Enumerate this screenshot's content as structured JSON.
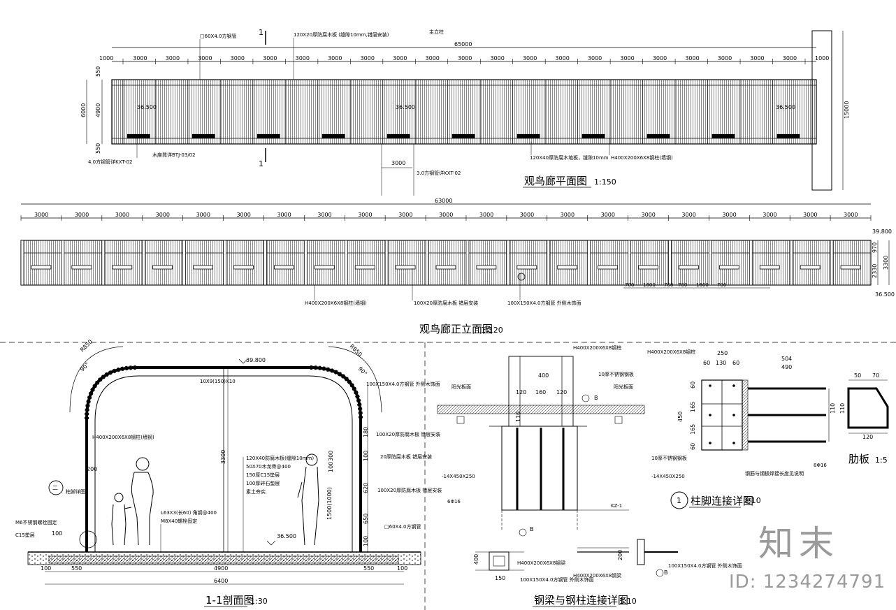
{
  "plan": {
    "title": "观鸟廊平面图",
    "scale": "1:150",
    "total": "65000",
    "end_dim": "1000",
    "bays": [
      "3000",
      "3000",
      "3000",
      "3000",
      "3000",
      "3000",
      "3000",
      "3000",
      "3000",
      "3000",
      "3000",
      "3000",
      "3000",
      "3000",
      "3000",
      "3000",
      "3000",
      "3000",
      "3000",
      "3000",
      "3000"
    ],
    "left_dims": [
      "550",
      "6000",
      "4900",
      "550"
    ],
    "height_dim": "15000",
    "elev_marks": [
      "36.500",
      "36.500",
      "36.500"
    ],
    "notes": {
      "tube": "□60X4.0方钢管",
      "plate": "120X20厚防腐木板 (缝隙10mm,错层安装)",
      "main_post": "主立柱",
      "wood_bench": "木座凳详BTJ-03/02",
      "pipe_rail": "4.0方钢管详KXT-02",
      "deck_board": "120X40厚防腐木地板，缝隙10mm",
      "steel_beam": "H400X200X6X8钢柱(墙钢)",
      "rail2": "3.0方钢管详KXT-02",
      "sub_dim": "3000",
      "section_mark": "1"
    }
  },
  "elevation": {
    "title": "观鸟廊正立面图",
    "scale": "1:120",
    "total": "63000",
    "bays": [
      "3000",
      "3000",
      "3000",
      "3000",
      "3000",
      "3000",
      "3000",
      "3000",
      "3000",
      "3000",
      "3000",
      "3000",
      "3000",
      "3000",
      "3000",
      "3000",
      "3000",
      "3000",
      "3000",
      "3000",
      "3000"
    ],
    "top_level": "39.800",
    "base_level": "36.500",
    "right_dims": [
      "970",
      "2330",
      "3300"
    ],
    "sub_dims": [
      "700",
      "1600",
      "700",
      "700",
      "1600",
      "700"
    ],
    "notes": {
      "column": "H400X200X6X8钢柱(墙钢)",
      "board": "100X20厚防腐木板 错层安装",
      "tube": "100X150X4.0方钢管 外侧木饰面"
    }
  },
  "section": {
    "title": "1-1剖面图",
    "scale": "1:30",
    "top_level": "39.800",
    "base_level": "36.500",
    "radius_left": "R850",
    "radius_right": "R850",
    "angle": "90°",
    "total_width": "6400",
    "inner_width": "4900",
    "side_dims": [
      "100",
      "550",
      "550",
      "100"
    ],
    "height": "3300",
    "window_h": "1500(1000)",
    "dims_right": [
      "180",
      "100",
      "300",
      "100",
      "620",
      "650",
      "100"
    ],
    "top_dims": "10X9(150)X10",
    "notes": {
      "beam": "H400X200X6X8钢柱(墙钢)",
      "tube_top": "100X150X4.0方钢管 外侧木饰面",
      "board1": "100X20厚防腐木板 错层安装",
      "board2": "20厚防腐木板 错层安装",
      "board3": "100X20厚防腐木板 错层安装",
      "tube_bottom": "□60X4.0方钢管",
      "deck1": "120X40防腐木板(缝隙10mm)",
      "deck2": "50X70木龙骨@400",
      "deck3": "150厚C15垫层",
      "deck4": "100厚碎石垫层",
      "deck5": "素土夯实",
      "angle": "L63X3(长60) 角钢@400",
      "bolt": "M8X40螺栓固定",
      "anchor": "M6不锈钢螺栓固定",
      "c15": "C15垫层",
      "dim_200": "200",
      "dim_100": "100",
      "detail_mark": "二",
      "detail_note": "柱脚详图"
    }
  },
  "beam_detail": {
    "title": "钢梁与钢柱连接详图",
    "scale": "1:10",
    "notes": {
      "column": "H400X200X6X8钢柱",
      "plate": "-14X450X250",
      "bars": "6Φ16",
      "kz": "KZ-1",
      "bolts": "10厚不锈钢钢板",
      "left_lbl": "阳光板面",
      "right_lbl": "阳光板面",
      "tube": "100X150X4.0方钢管 外侧木饰面",
      "beam2": "H400X200X6X8钢梁",
      "beam3": "H400X200X6X8钢梁",
      "tube2": "100X150X4.0方钢管 外侧木饰面"
    },
    "dims": [
      "400",
      "120",
      "160",
      "120",
      "110",
      "400",
      "150",
      "200"
    ],
    "marks": [
      "B",
      "B",
      "B"
    ]
  },
  "column_detail": {
    "title": "柱脚连接详图",
    "scale": "1:10",
    "mark": "1",
    "notes": {
      "column": "H400X200X6X8钢柱",
      "stiff": "10厚不锈钢钢板",
      "plate": "-14X450X250",
      "bars": "8Φ16",
      "anchor": "钢筋与钢板焊接长度见说明"
    },
    "dims": [
      "250",
      "60",
      "130",
      "60",
      "504",
      "490",
      "450",
      "60",
      "165",
      "165",
      "60",
      "110"
    ]
  },
  "rib": {
    "title": "肋板",
    "scale": "1:5",
    "dims": [
      "50",
      "70",
      "110",
      "120"
    ]
  },
  "watermark": {
    "brand": "知末",
    "id": "ID: 1234274791"
  }
}
